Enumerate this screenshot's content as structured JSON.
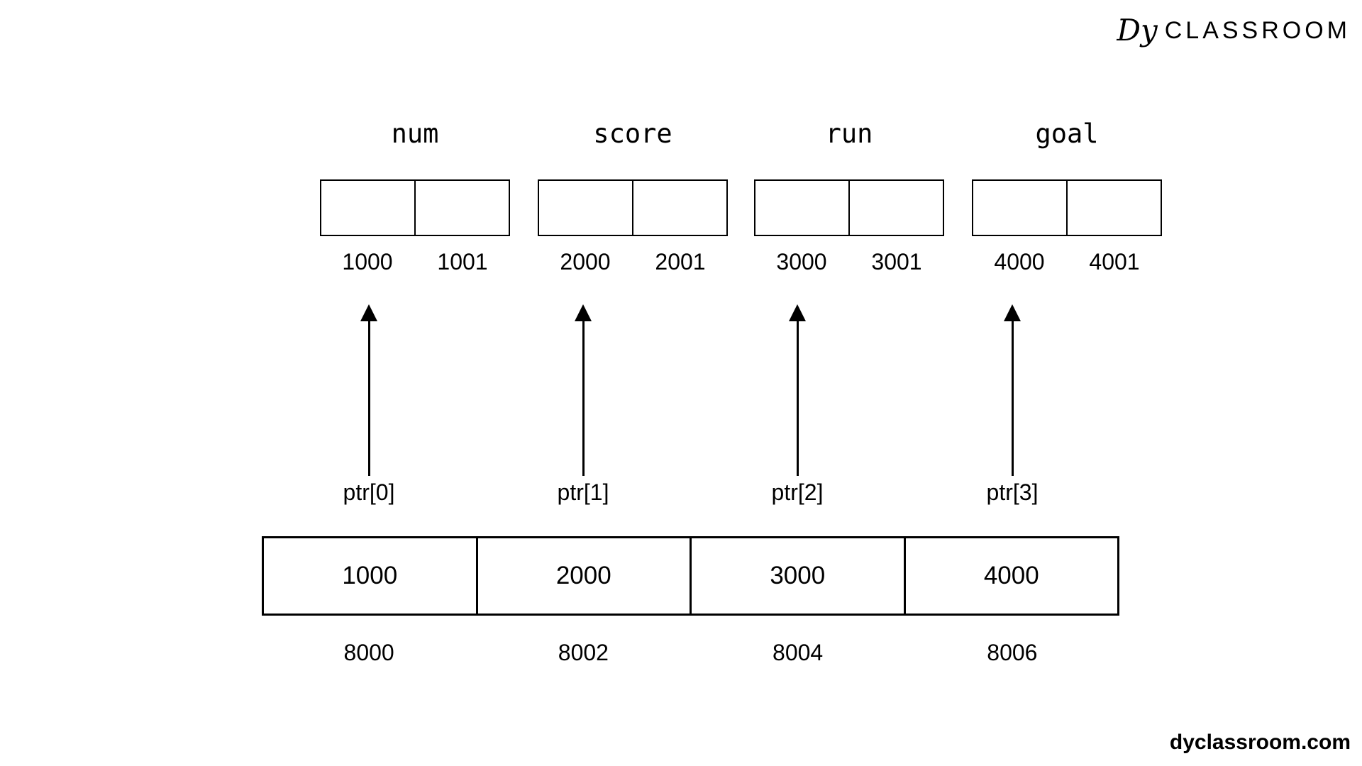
{
  "logo": {
    "dy": "Dy",
    "text": "CLASSROOM"
  },
  "footer": {
    "website": "dyclassroom.com"
  },
  "variables": [
    {
      "name": "num",
      "addresses": [
        "1000",
        "1001"
      ]
    },
    {
      "name": "score",
      "addresses": [
        "2000",
        "2001"
      ]
    },
    {
      "name": "run",
      "addresses": [
        "3000",
        "3001"
      ]
    },
    {
      "name": "goal",
      "addresses": [
        "4000",
        "4001"
      ]
    }
  ],
  "pointers": [
    {
      "label": "ptr[0]",
      "value": "1000",
      "address": "8000"
    },
    {
      "label": "ptr[1]",
      "value": "2000",
      "address": "8002"
    },
    {
      "label": "ptr[2]",
      "value": "3000",
      "address": "8004"
    },
    {
      "label": "ptr[3]",
      "value": "4000",
      "address": "8006"
    }
  ]
}
